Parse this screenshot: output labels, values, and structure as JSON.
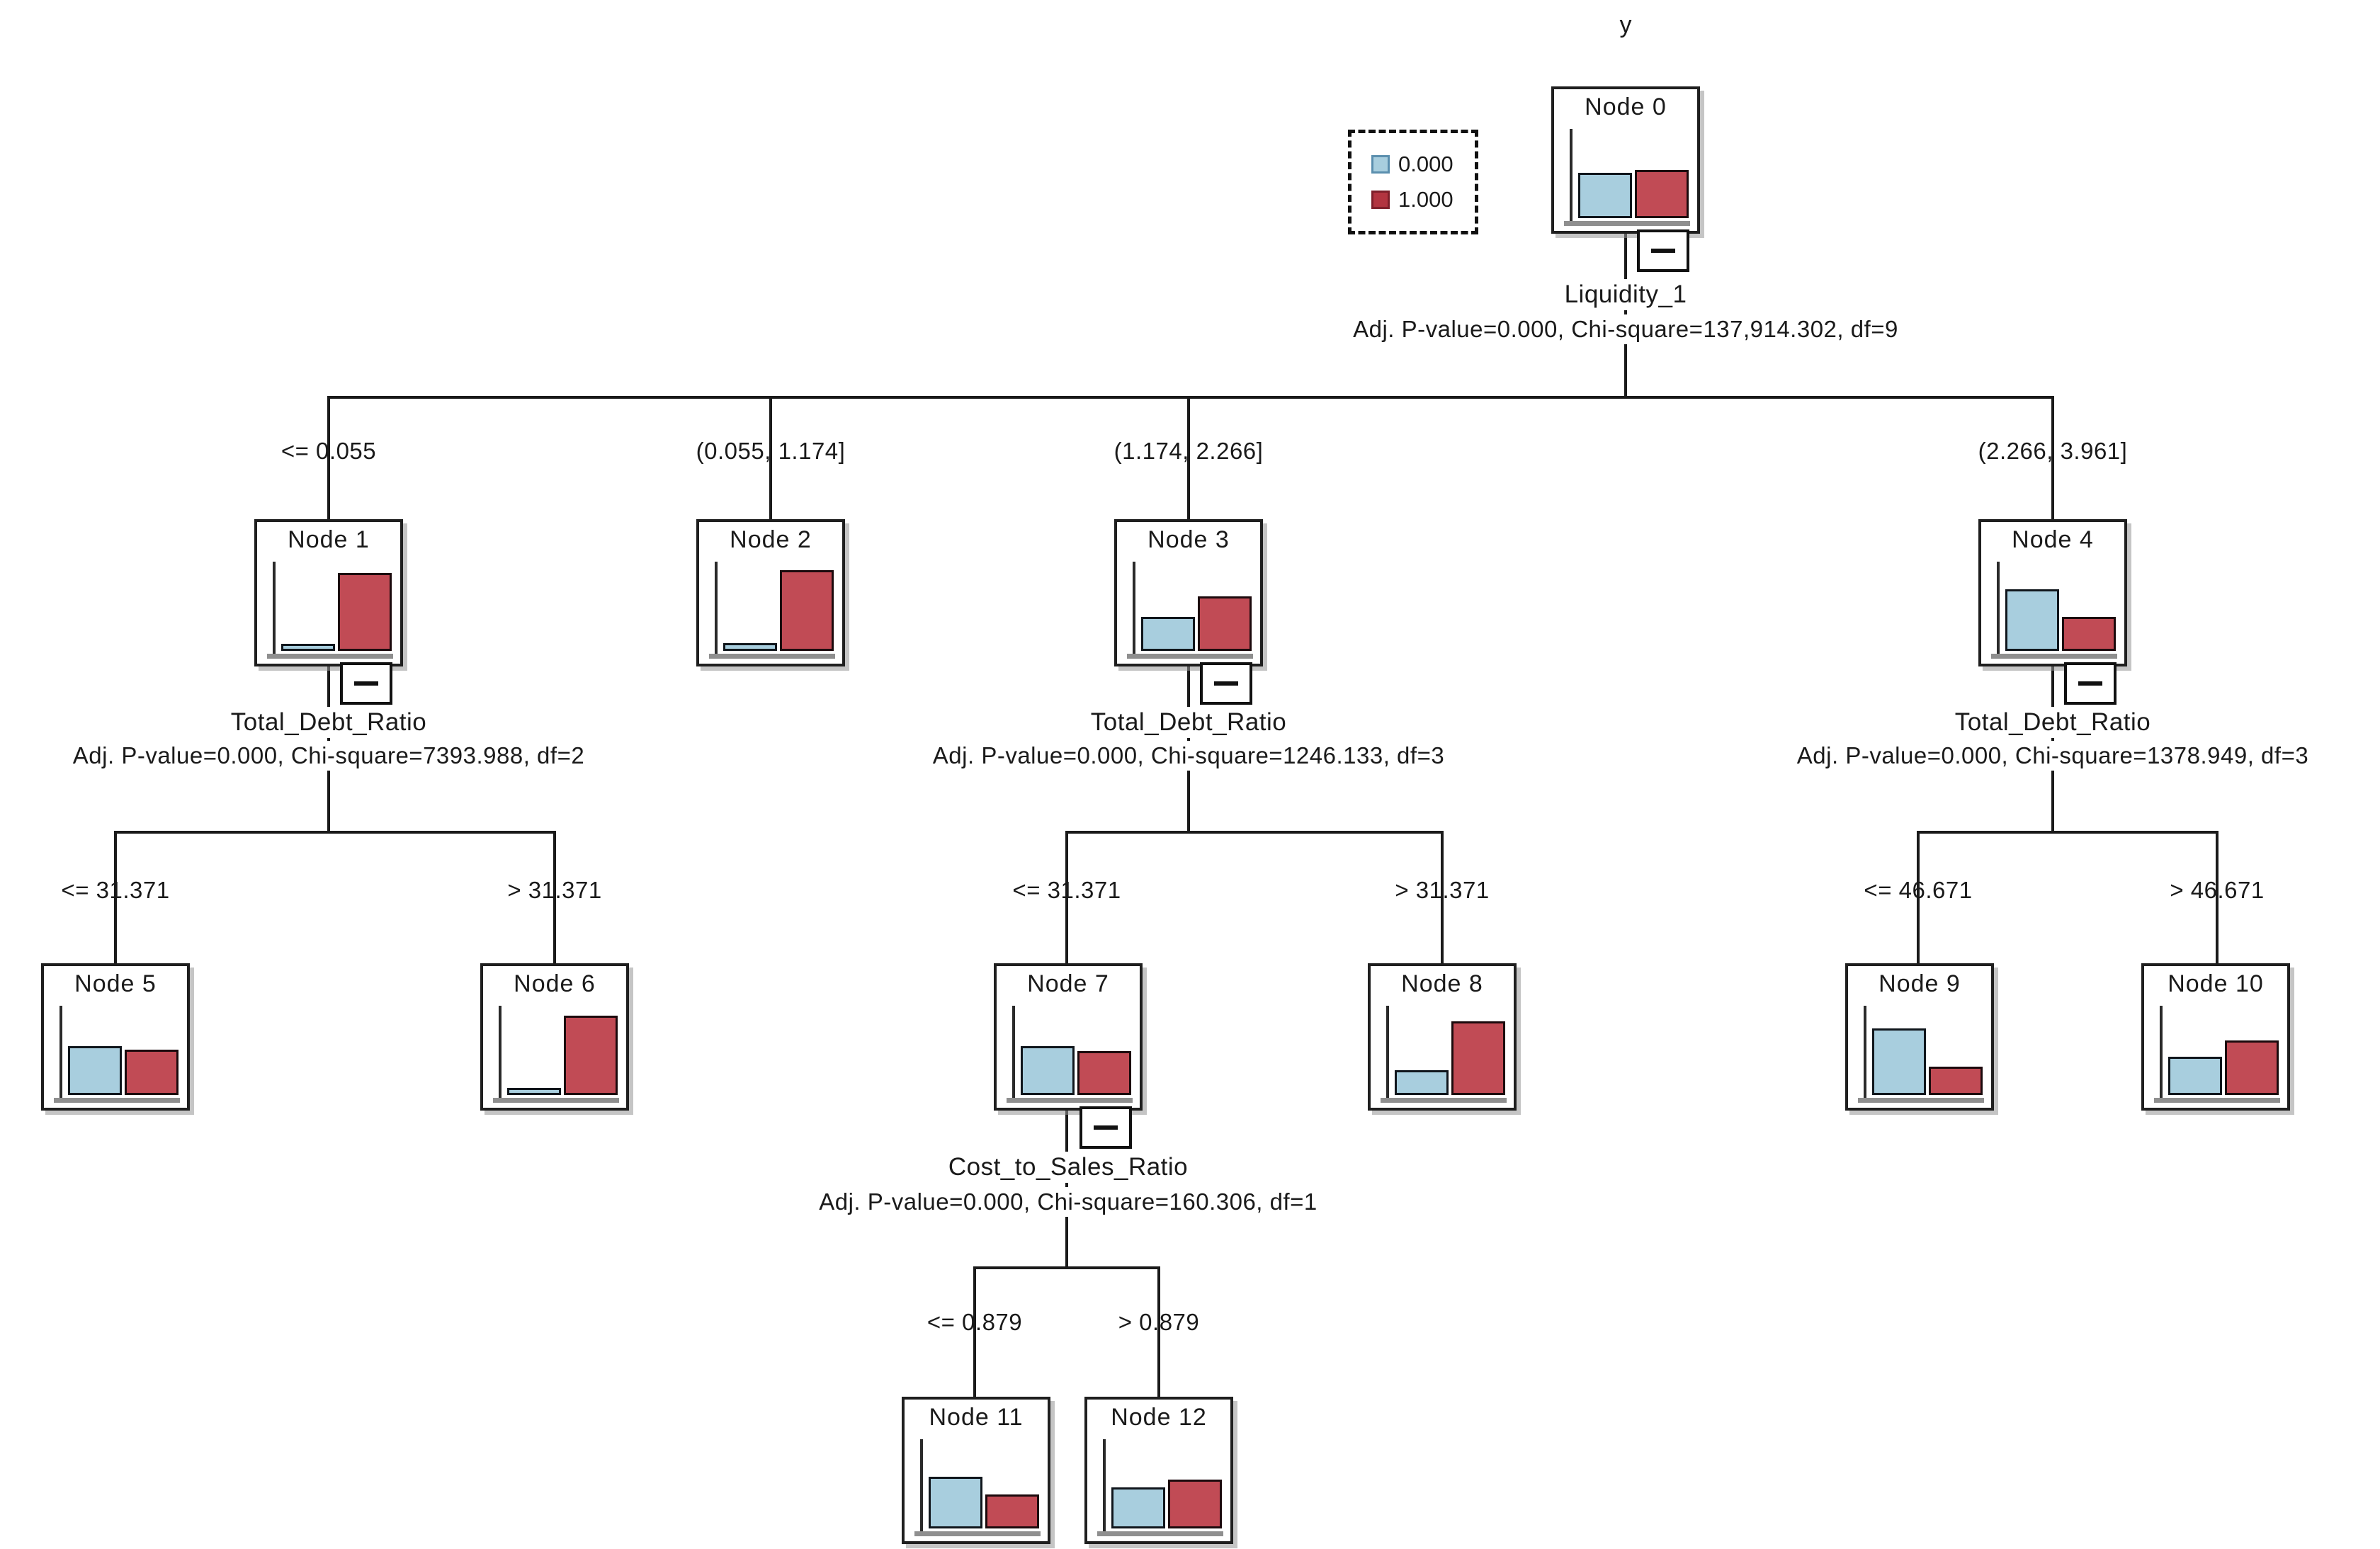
{
  "diagram_title": "y",
  "colors": {
    "blue_fill": "#a8cede",
    "red_fill": "#c14b55",
    "legend_blue": "#a8cede",
    "legend_red": "#b23440",
    "line": "#1a1a1a"
  },
  "legend": {
    "items": [
      {
        "label": "0.000",
        "color_key": "blue"
      },
      {
        "label": "1.000",
        "color_key": "red"
      }
    ]
  },
  "nodes": [
    {
      "label": "Node 0",
      "bars": {
        "blue": 0.31,
        "red": 0.325
      },
      "collapse_button": true,
      "split": {
        "variable": "Liquidity_1",
        "stats": "Adj. P-value=0.000, Chi-square=137,914.302, df=9"
      }
    },
    {
      "label": "Node 1",
      "branch": "<= 0.055",
      "bars": {
        "blue": 0.05,
        "red": 0.53
      },
      "collapse_button": true,
      "split": {
        "variable": "Total_Debt_Ratio",
        "stats": "Adj. P-value=0.000, Chi-square=7393.988, df=2"
      }
    },
    {
      "label": "Node 2",
      "branch": "(0.055, 1.174]",
      "bars": {
        "blue": 0.055,
        "red": 0.55
      },
      "collapse_button": false
    },
    {
      "label": "Node 3",
      "branch": "(1.174, 2.266]",
      "bars": {
        "blue": 0.23,
        "red": 0.37
      },
      "collapse_button": true,
      "split": {
        "variable": "Total_Debt_Ratio",
        "stats": "Adj. P-value=0.000, Chi-square=1246.133, df=3"
      }
    },
    {
      "label": "Node 4",
      "branch": "(2.266, 3.961]",
      "bars": {
        "blue": 0.42,
        "red": 0.23
      },
      "collapse_button": true,
      "split": {
        "variable": "Total_Debt_Ratio",
        "stats": "Adj. P-value=0.000, Chi-square=1378.949, df=3"
      }
    },
    {
      "label": "Node 5",
      "branch": "<= 31.371",
      "bars": {
        "blue": 0.33,
        "red": 0.31
      },
      "collapse_button": false
    },
    {
      "label": "Node 6",
      "branch": "> 31.371",
      "bars": {
        "blue": 0.05,
        "red": 0.54
      },
      "collapse_button": false
    },
    {
      "label": "Node 7",
      "branch": "<= 31.371",
      "bars": {
        "blue": 0.33,
        "red": 0.3
      },
      "collapse_button": true,
      "split": {
        "variable": "Cost_to_Sales_Ratio",
        "stats": "Adj. P-value=0.000, Chi-square=160.306, df=1"
      }
    },
    {
      "label": "Node 8",
      "branch": "> 31.371",
      "bars": {
        "blue": 0.17,
        "red": 0.5
      },
      "collapse_button": false
    },
    {
      "label": "Node 9",
      "branch": "<= 46.671",
      "bars": {
        "blue": 0.45,
        "red": 0.19
      },
      "collapse_button": false
    },
    {
      "label": "Node 10",
      "branch": "> 46.671",
      "bars": {
        "blue": 0.26,
        "red": 0.37
      },
      "collapse_button": false
    },
    {
      "label": "Node 11",
      "branch": "<= 0.879",
      "bars": {
        "blue": 0.35,
        "red": 0.23
      },
      "collapse_button": false
    },
    {
      "label": "Node 12",
      "branch": "> 0.879",
      "bars": {
        "blue": 0.28,
        "red": 0.33
      },
      "collapse_button": false
    }
  ]
}
